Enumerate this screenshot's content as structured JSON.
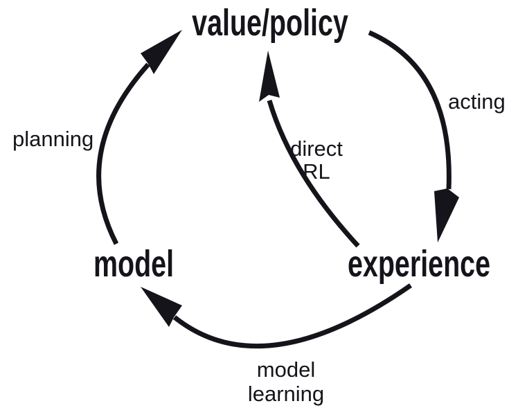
{
  "diagram": {
    "background_color": "#ffffff",
    "ink_color": "#14141a",
    "nodes": {
      "value_policy": {
        "label": "value/policy"
      },
      "experience": {
        "label": "experience"
      },
      "model": {
        "label": "model"
      }
    },
    "edges": {
      "acting": {
        "label": "acting",
        "from": "value/policy",
        "to": "experience"
      },
      "direct_rl": {
        "label_line1": "direct",
        "label_line2": "RL",
        "from": "experience",
        "to": "value/policy"
      },
      "model_learning": {
        "label_line1": "model",
        "label_line2": "learning",
        "from": "experience",
        "to": "model"
      },
      "planning": {
        "label": "planning",
        "from": "model",
        "to": "value/policy"
      }
    }
  }
}
